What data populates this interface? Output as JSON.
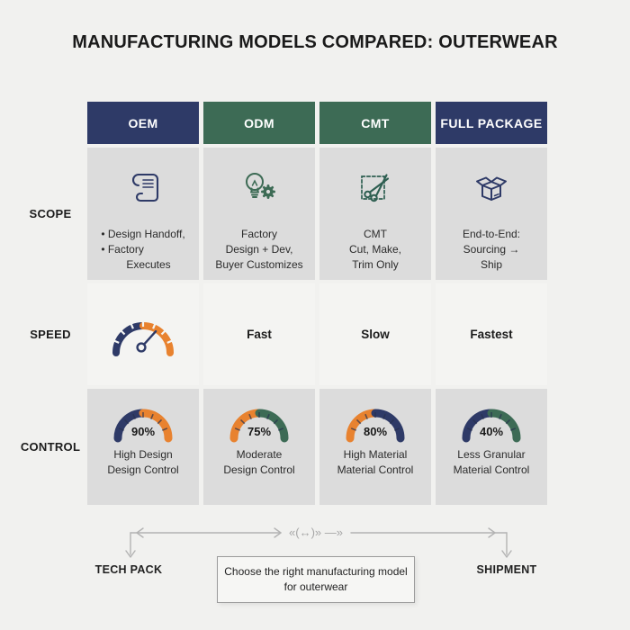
{
  "title": "MANUFACTURING MODELS COMPARED: OUTERWEAR",
  "colors": {
    "navy": "#2E3A67",
    "green": "#3D6B55",
    "orange": "#E8822F",
    "cell_gray": "#DCDCDC",
    "cell_light": "#F4F4F2",
    "page_bg": "#F1F1EF",
    "arrow_gray": "#B3B3B3"
  },
  "table": {
    "headers": [
      {
        "label": "OEM",
        "bg": "#2E3A67"
      },
      {
        "label": "ODM",
        "bg": "#3D6B55"
      },
      {
        "label": "CMT",
        "bg": "#3D6B55"
      },
      {
        "label": "FULL PACKAGE",
        "bg": "#2E3A67"
      }
    ],
    "row_labels": {
      "scope": "SCOPE",
      "speed": "SPEED",
      "control": "CONTROL"
    },
    "scope": {
      "oem": {
        "icon": "scroll-icon",
        "line1": "• Design Handoff,",
        "line2": "• Factory",
        "line3": "Executes"
      },
      "odm": {
        "icon": "bulb-gear-icon",
        "line1": "Factory",
        "line2": "Design + Dev,",
        "line3": "Buyer Customizes"
      },
      "cmt": {
        "icon": "scissors-fabric-icon",
        "line1": "CMT",
        "line2": "Cut, Make,",
        "line3": "Trim Only"
      },
      "full": {
        "icon": "open-box-icon",
        "line1": "End-to-End:",
        "line2": "Sourcing →",
        "line3": "Ship"
      }
    },
    "speed": {
      "oem_gauge": {
        "left": "#2E3A67",
        "right": "#E8822F",
        "needle": "#2E3A67"
      },
      "odm": "Fast",
      "cmt": "Slow",
      "full": "Fastest"
    },
    "control": {
      "oem": {
        "percent": "90%",
        "left": "#2E3A67",
        "right": "#E8822F",
        "line1": "High Design",
        "line2": "Design Control"
      },
      "odm": {
        "percent": "75%",
        "left": "#E8822F",
        "right": "#3D6B55",
        "line1": "Moderate",
        "line2": "Design Control"
      },
      "cmt": {
        "percent": "80%",
        "left": "#E8822F",
        "right": "#2E3A67",
        "line1": "High Material",
        "line2": "Material Control"
      },
      "full": {
        "percent": "40%",
        "left": "#2E3A67",
        "right": "#3D6B55",
        "line1": "Less Granular",
        "line2": "Material Control"
      }
    }
  },
  "footer": {
    "tech_pack": "TECH PACK",
    "shipment": "SHIPMENT",
    "decoration": "«(↔)» —»",
    "note_line1": "Choose the right manufacturing model",
    "note_line2": "for outerwear"
  }
}
